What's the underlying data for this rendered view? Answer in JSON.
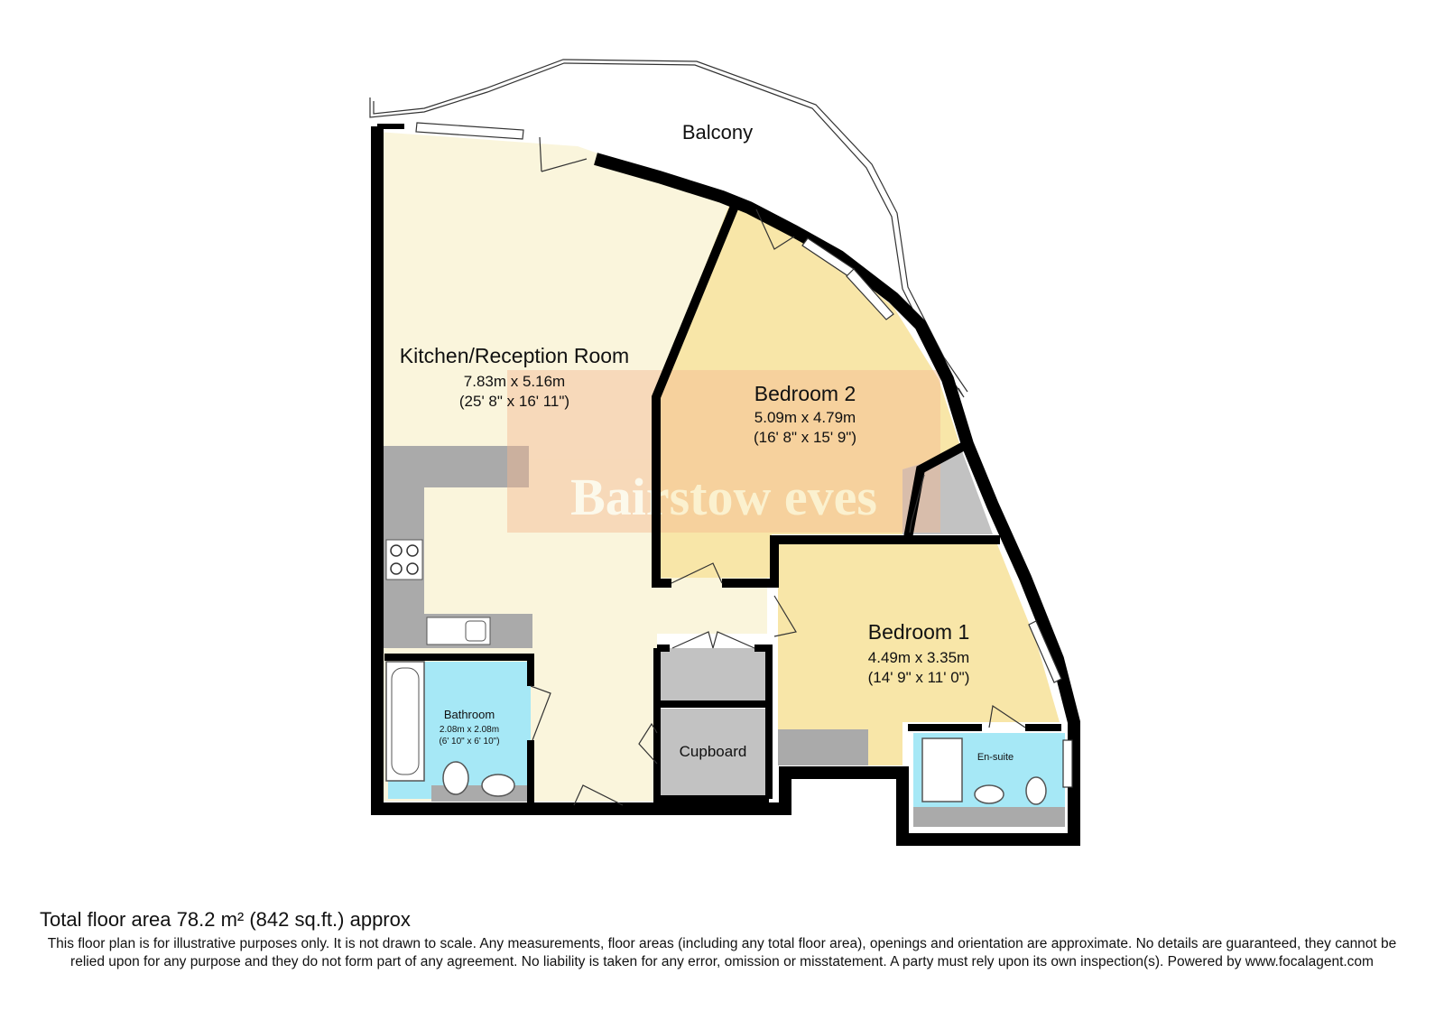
{
  "balcony": {
    "label": "Balcony"
  },
  "rooms": {
    "kitchen": {
      "name": "Kitchen/Reception Room",
      "metric": "7.83m x 5.16m",
      "imperial": "(25' 8\" x 16' 11\")"
    },
    "bedroom2": {
      "name": "Bedroom 2",
      "metric": "5.09m x 4.79m",
      "imperial": "(16' 8\" x 15' 9\")"
    },
    "bedroom1": {
      "name": "Bedroom 1",
      "metric": "4.49m x 3.35m",
      "imperial": "(14' 9\" x 11' 0\")"
    },
    "bathroom": {
      "name": "Bathroom",
      "metric": "2.08m x 2.08m",
      "imperial": "(6' 10\" x 6' 10\")"
    },
    "cupboard": {
      "name": "Cupboard"
    },
    "ensuite": {
      "name": "En-suite"
    }
  },
  "watermark": "Bairstow eves",
  "footer": {
    "total_area": "Total floor area 78.2 m² (842 sq.ft.) approx",
    "disclaimer": "This floor plan is for illustrative purposes only. It is not drawn to scale. Any measurements, floor areas (including any total floor area), openings and orientation are approximate. No details are guaranteed, they cannot be relied upon for any purpose and they do not form part of any agreement. No liability is taken for any error, omission or misstatement. A party must rely upon its own inspection(s). Powered by www.focalagent.com"
  },
  "colors": {
    "wall": "#000000",
    "kitchen_floor": "#faf5dc",
    "bedroom_floor": "#f8e6a8",
    "bathroom_floor": "#a6e8f6",
    "fixture_grey": "#aaaaaa",
    "cupboard_grey": "#c2c2c2",
    "watermark": "#f4b890"
  }
}
